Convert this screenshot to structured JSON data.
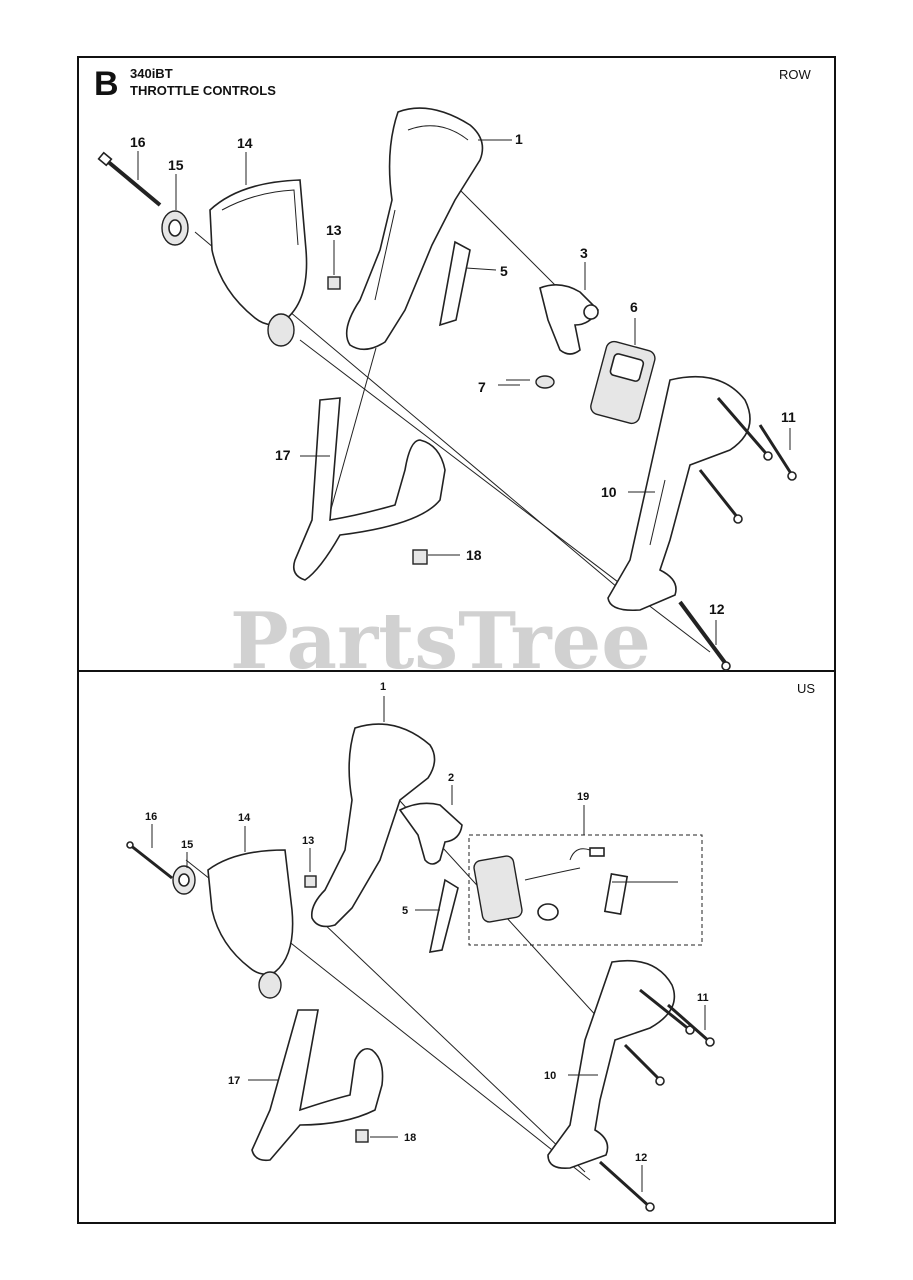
{
  "section_letter": "B",
  "model": "340iBT",
  "title": "THROTTLE CONTROLS",
  "watermark": "PartsTree",
  "panels": [
    {
      "region": "ROW",
      "callouts": [
        "1",
        "3",
        "5",
        "6",
        "7",
        "10",
        "11",
        "12",
        "13",
        "14",
        "15",
        "16",
        "17",
        "18"
      ]
    },
    {
      "region": "US",
      "callouts": [
        "1",
        "2",
        "5",
        "10",
        "11",
        "12",
        "13",
        "14",
        "15",
        "16",
        "17",
        "18",
        "19"
      ]
    }
  ]
}
